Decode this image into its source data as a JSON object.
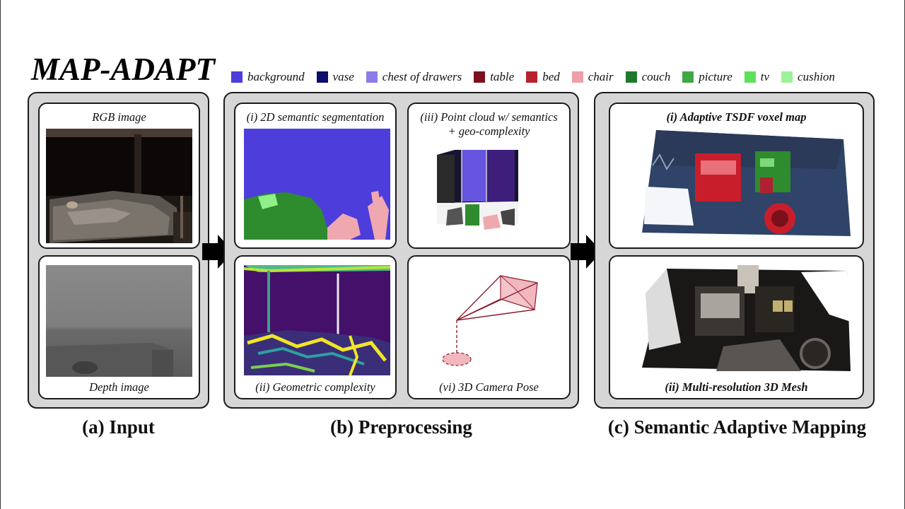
{
  "title": "MAP-ADAPT",
  "legend": [
    {
      "label": "background",
      "color": "#4d3ddb"
    },
    {
      "label": "vase",
      "color": "#0d0d6b"
    },
    {
      "label": "chest of drawers",
      "color": "#8a7de8"
    },
    {
      "label": "table",
      "color": "#7a1020"
    },
    {
      "label": "bed",
      "color": "#b8222e"
    },
    {
      "label": "chair",
      "color": "#eda0a8"
    },
    {
      "label": "couch",
      "color": "#1e7a2a"
    },
    {
      "label": "picture",
      "color": "#3fa843"
    },
    {
      "label": "tv",
      "color": "#5ee05a"
    },
    {
      "label": "cushion",
      "color": "#9cf29a"
    }
  ],
  "input": {
    "rgb_caption": "RGB image",
    "depth_caption": "Depth image",
    "section_label": "(a) Input"
  },
  "preprocessing": {
    "seg_caption": "(i) 2D semantic segmentation",
    "geo_caption": "(ii) Geometric complexity",
    "pc_caption_line1": "(iii) Point cloud w/ semantics",
    "pc_caption_line2": "+ geo-complexity",
    "pose_caption": "(vi) 3D Camera Pose",
    "section_label": "(b) Preprocessing"
  },
  "mapping": {
    "tsdf_caption": "(i) Adaptive TSDF voxel map",
    "mesh_caption": "(ii) Multi-resolution 3D Mesh",
    "section_label": "(c) Semantic Adaptive Mapping"
  }
}
